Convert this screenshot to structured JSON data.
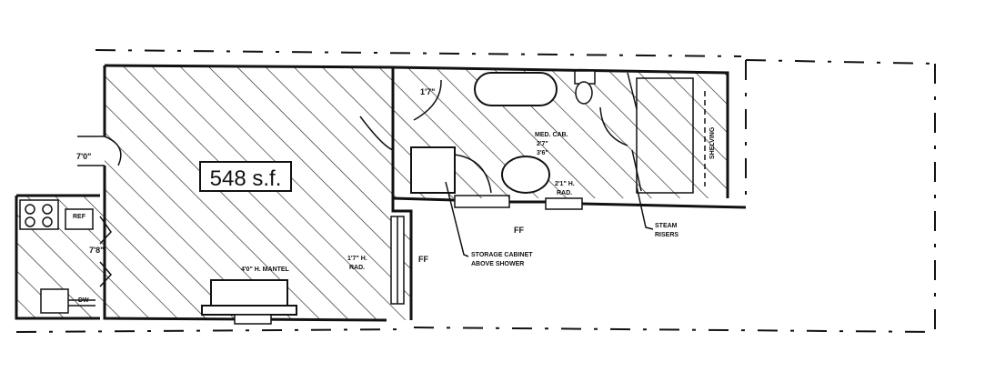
{
  "plan": {
    "area_label": "548 s.f.",
    "labels": {
      "door_width_7_0": "7'0\"",
      "closet_dim": "1'7\"",
      "med_cab_title": "MED. CAB.",
      "med_cab_dim": "2'7\"",
      "med_cab_dim2": "3'6\"",
      "rad_bath_dim": "2'1\" H.",
      "rad_bath": "RAD.",
      "shelving": "SHELVING",
      "steam_1": "STEAM",
      "steam_2": "RISERS",
      "storage_1": "STORAGE CABINET",
      "storage_2": "ABOVE SHOWER",
      "mantel": "4'0\" H. MANTEL",
      "rad_main_dim": "1'7\" H.",
      "rad_main": "RAD.",
      "kitchen_dim": "7'8\"",
      "ref": "REF",
      "dw": "DW",
      "mark_1": "FF",
      "mark_2": "FF"
    }
  }
}
